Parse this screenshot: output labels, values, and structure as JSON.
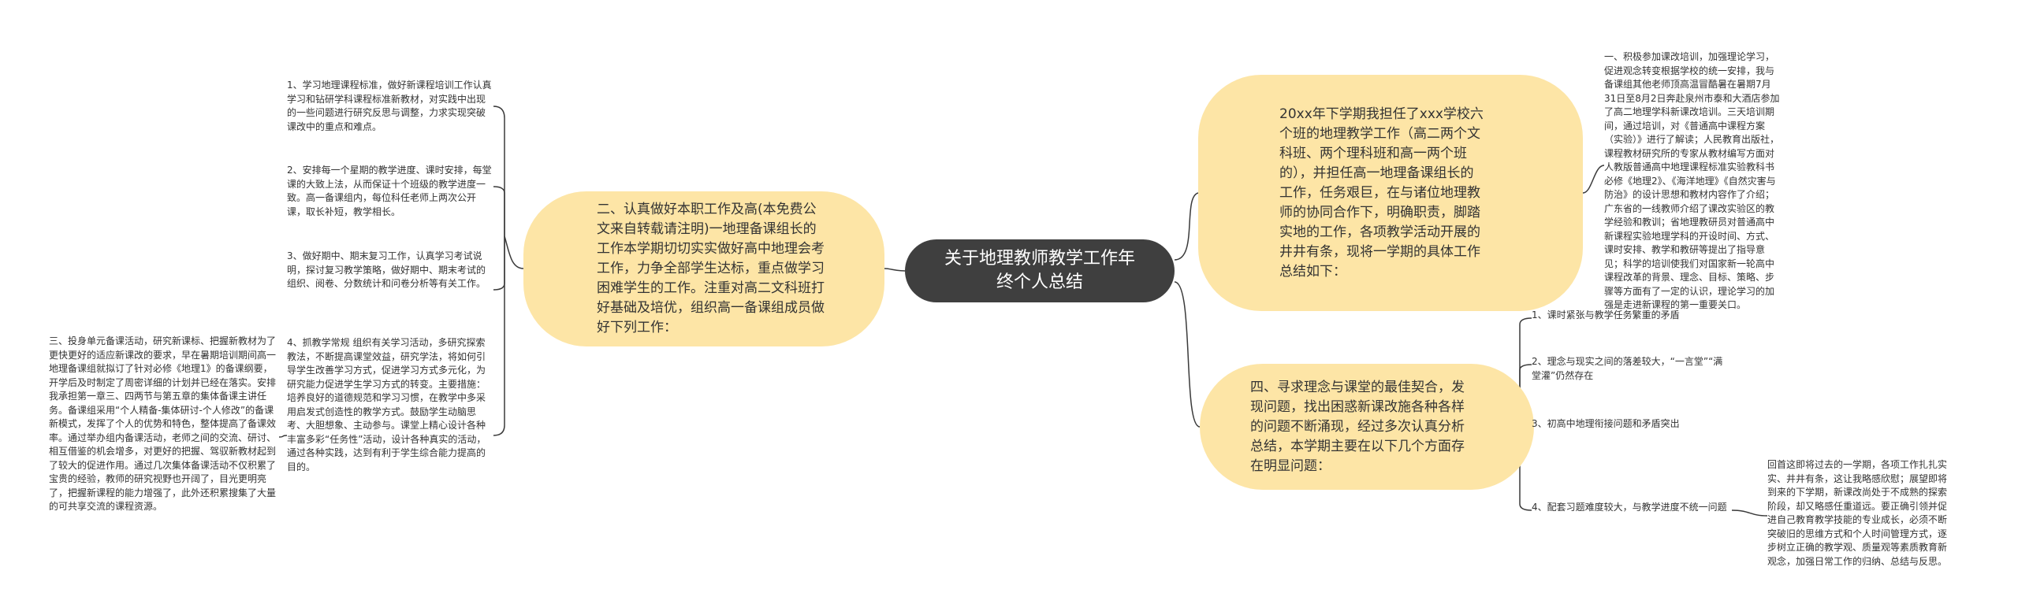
{
  "colors": {
    "center_fill": "#3f3f3f",
    "branch_fill": "#fde5a6",
    "connector": "#3a3a3a",
    "text": "#333333"
  },
  "center": {
    "title": "关于地理教师教学工作年终个人总结"
  },
  "branches": [
    {
      "text": "20xx年下学期我担任了xxx学校六个班的地理教学工作（高二两个文科班、两个理科班和高一两个班的），并担任高一地理备课组长的工作，任务艰巨，在与诸位地理教师的协同合作下，明确职责，脚踏实地的工作，各项教学活动开展的井井有条，现将一学期的具体工作总结如下：",
      "children": [
        "一、积极参加课改培训，加强理论学习，促进观念转变根据学校的统一安排，我与备课组其他老师顶高温冒酷暑在暑期7月31日至8月2日奔赴泉州市泰和大酒店参加了高二地理学科新课改培训。三天培训期间，通过培训，对《普通高中课程方案（实验）》进行了解读；人民教育出版社，课程教材研究所的专家从教材编写方面对人教版普通高中地理课程标准实验教科书必修《地理2》、《海洋地理》《自然灾害与防治》的设计思想和教材内容作了介绍；广东省的一线教师介绍了课改实验区的教学经验和教训；省地理教研员对普通高中新课程实验地理学科的开设时间、方式、课时安排、教学和教研等提出了指导意见；科学的培训使我们对国家新一轮高中课程改革的背景、理念、目标、策略、步骤等方面有了一定的认识，理论学习的加强是走进新课程的第一重要关口。"
      ]
    },
    {
      "text": "二、认真做好本职工作及高(本免费公文来自转载请注明)一地理备课组长的工作本学期切切实实做好高中地理会考工作，力争全部学生达标，重点做学习困难学生的工作。注重对高二文科班打好基础及培优，组织高一备课组成员做好下列工作：",
      "children": [
        "1、学习地理课程标准，做好新课程培训工作认真学习和钻研学科课程标准新教材，对实践中出现的一些问题进行研究反思与调整，力求实现突破课改中的重点和难点。",
        "2、安排每一个星期的教学进度、课时安排，每堂课的大致上法，从而保证十个班级的教学进度一致。高一备课组内，每位科任老师上两次公开课，取长补短，教学相长。",
        "3、做好期中、期末复习工作，认真学习考试说明，探讨复习教学策略，做好期中、期末考试的组织、阅卷、分数统计和问卷分析等有关工作。",
        "4、抓教学常规 组织有关学习活动，多研究探索教法，不断提高课堂效益，研究学法，将如何引导学生改善学习方式，促进学习方式多元化，为研究能力促进学生学习方式的转变。主要措施：培养良好的道德规范和学习习惯，在教学中多采用启发式创造性的教学方式。鼓励学生动脑思考、大胆想象、主动参与。课堂上精心设计各种丰富多彩“任务性”活动，设计各种真实的活动，通过各种实践，达到有利于学生综合能力提高的目的。",
        "三、投身单元备课活动，研究新课标、把握新教材为了更快更好的适应新课改的要求，早在暑期培训期间高一地理备课组就拟订了针对必修《地理1》的备课纲要，开学后及时制定了周密详细的计划并已经在落实。安排我承担第一章三、四两节与第五章的集体备课主讲任务。备课组采用“个人精备-集体研讨-个人修改”的备课新模式，发挥了个人的优势和特色，整体提高了备课效率。通过举办组内备课活动，老师之间的交流、研讨、相互借鉴的机会增多，对更好的把握、驾驭新教材起到了较大的促进作用。通过几次集体备课活动不仅积累了宝贵的经验，教师的研究视野也开阔了，目光更明亮了，把握新课程的能力增强了，此外还积累搜集了大量的可共享交流的课程资源。"
      ]
    },
    {
      "text": "四、寻求理念与课堂的最佳契合，发现问题，找出困惑新课改施各种各样的问题不断涌现，经过多次认真分析总结，本学期主要在以下几个方面存在明显问题：",
      "children": [
        "1、课时紧张与教学任务繁重的矛盾",
        "2、理念与现实之间的落差较大，“一言堂”“满堂灌”仍然存在",
        "3、初高中地理衔接问题和矛盾突出",
        "4、配套习题难度较大，与教学进度不统一问题",
        "回首这即将过去的一学期，各项工作扎扎实实、井井有条，这让我略感欣慰；展望即将到来的下学期，新课改尚处于不成熟的探索阶段，却又略感任重道远。要正确引领并促进自己教育教学技能的专业成长，必须不断突破旧的思维方式和个人时间管理方式，逐步树立正确的教学观、质量观等素质教育新观念，加强日常工作的归纳、总结与反思。"
      ]
    }
  ]
}
